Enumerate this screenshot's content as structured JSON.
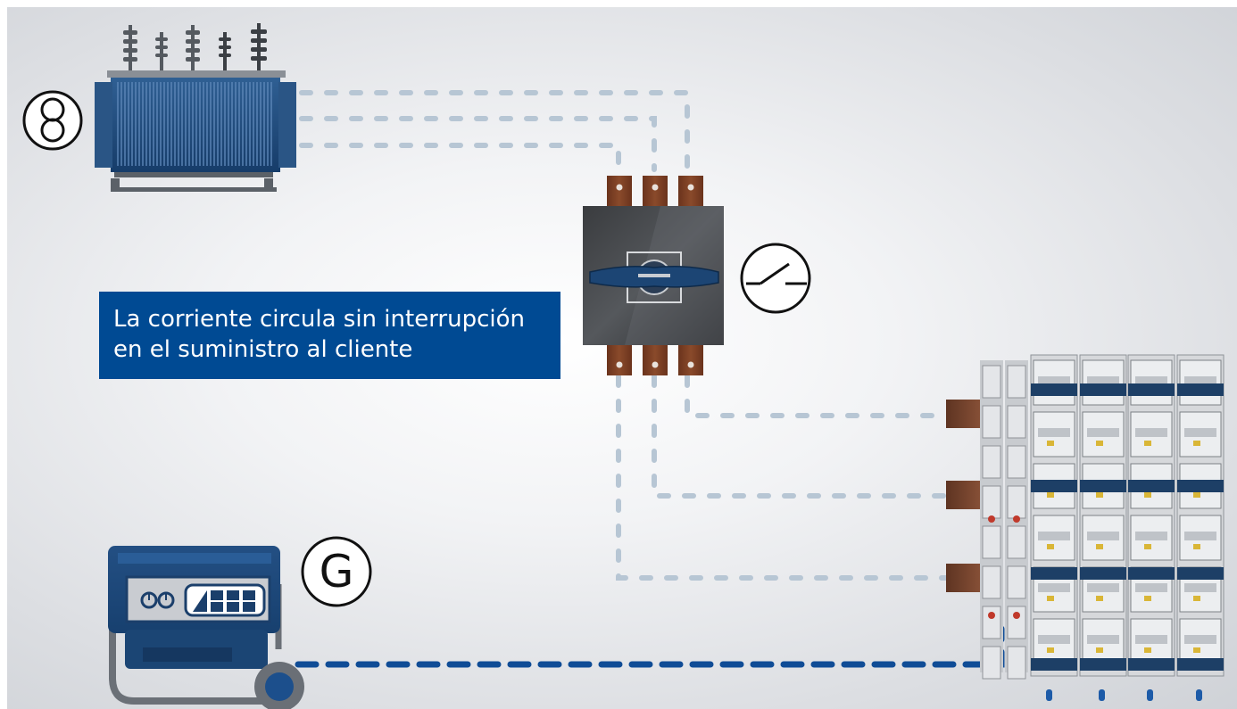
{
  "caption": {
    "line1": "La corriente circula sin interrupción",
    "line2": "en el suministro al cliente"
  },
  "symbols": {
    "transformer": "transformer-symbol",
    "switch": "switch-symbol",
    "generator_letter": "G"
  },
  "colors": {
    "dashed_grey": "#b7c6d4",
    "dashed_blue": "#0f4c96",
    "caption_bg": "#004a93",
    "device_navy": "#17406f",
    "terminal_copper": "#7a4025"
  }
}
